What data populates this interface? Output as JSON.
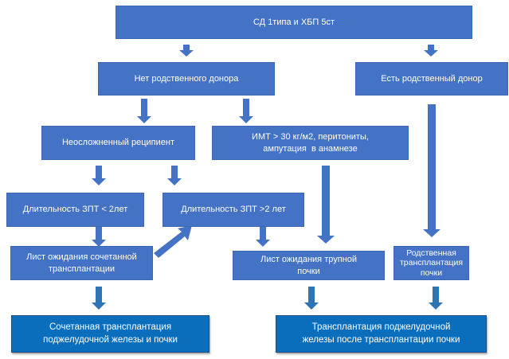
{
  "colors": {
    "box_fill": "#4472c4",
    "final_box_fill": "#0a6ebd",
    "arrow_fill": "#4472c4",
    "final_arrow_fill": "#2e75b6",
    "text": "#ffffff"
  },
  "nodes": {
    "root": "СД 1типа и ХБП 5ст",
    "no_related_donor": "Нет родственного донора",
    "related_donor": "Есть родственный донор",
    "uncomplicated_recipient": "Неосложненный реципиент",
    "bmi_risk_line1": "ИМТ > 30 кг/м2, перитониты,",
    "bmi_risk_line2": "ампутация  в анамнезе",
    "rrt_under_2": "Длительность ЗПТ < 2лет",
    "rrt_over_2": "Длительность ЗПТ >2 лет",
    "combined_waitlist_line1": "Лист ожидания сочетанной",
    "combined_waitlist_line2": "трансплантации",
    "cadaver_kidney_waitlist_line1": "Лист ожидания трупной",
    "cadaver_kidney_waitlist_line2": "почки",
    "related_kidney_tx_line1": "Родственная",
    "related_kidney_tx_line2": "трансплантация",
    "related_kidney_tx_line3": "почки",
    "spk_line1": "Сочетанная трансплантация",
    "spk_line2": "поджелудочной железы и почки",
    "pak_line1": "Трансплантация поджелудочной",
    "pak_line2": "железы после трансплантации почки"
  },
  "edges": [
    {
      "from": "root",
      "to": "no_related_donor"
    },
    {
      "from": "root",
      "to": "related_donor"
    },
    {
      "from": "no_related_donor",
      "to": "uncomplicated_recipient"
    },
    {
      "from": "no_related_donor",
      "to": "bmi_risk"
    },
    {
      "from": "uncomplicated_recipient",
      "to": "rrt_under_2"
    },
    {
      "from": "uncomplicated_recipient",
      "to": "rrt_over_2"
    },
    {
      "from": "rrt_under_2",
      "to": "combined_waitlist"
    },
    {
      "from": "combined_waitlist",
      "to": "rrt_over_2"
    },
    {
      "from": "rrt_over_2",
      "to": "cadaver_kidney_waitlist"
    },
    {
      "from": "bmi_risk",
      "to": "cadaver_kidney_waitlist"
    },
    {
      "from": "related_donor",
      "to": "related_kidney_tx"
    },
    {
      "from": "combined_waitlist",
      "to": "spk"
    },
    {
      "from": "cadaver_kidney_waitlist",
      "to": "pak"
    },
    {
      "from": "related_kidney_tx",
      "to": "pak"
    }
  ]
}
